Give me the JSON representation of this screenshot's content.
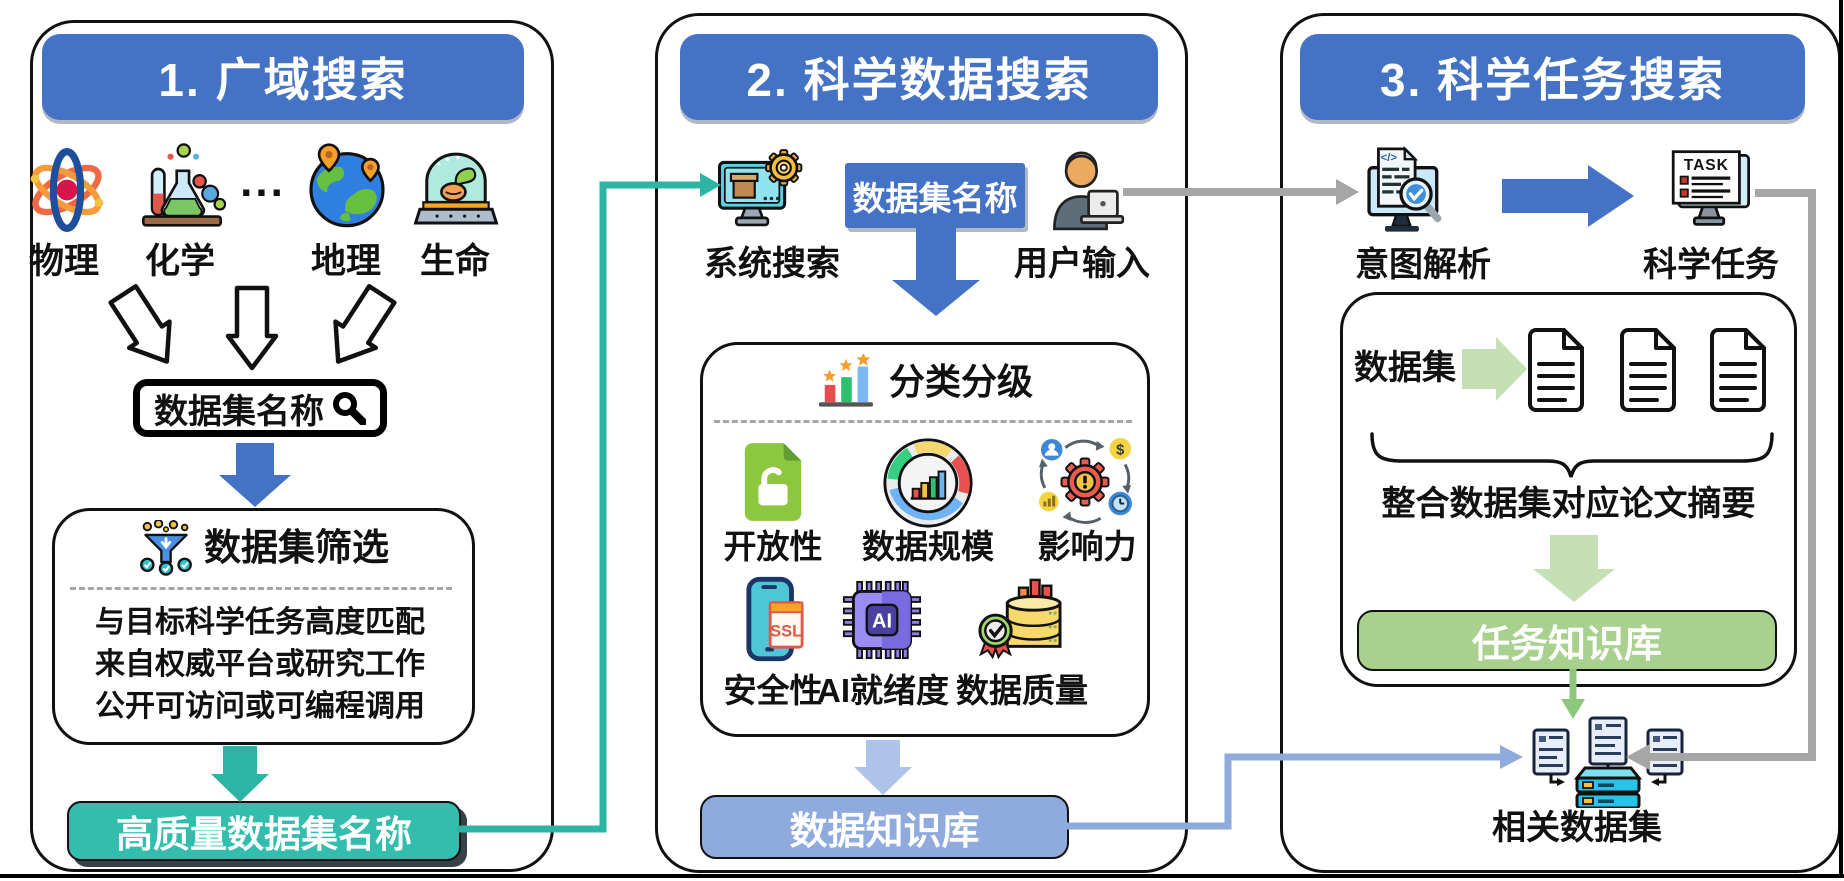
{
  "panel1": {
    "title": "1. 广域搜索",
    "domain_labels": [
      "物理",
      "化学",
      "地理",
      "生命"
    ],
    "ellipsis": "...",
    "search_box_label": "数据集名称",
    "filter_title": "数据集筛选",
    "filter_criteria": [
      "与目标科学任务高度匹配",
      "来自权威平台或研究工作",
      "公开可访问或可编程调用"
    ],
    "output_label": "高质量数据集名称"
  },
  "panel2": {
    "title": "2. 科学数据搜索",
    "system_search_label": "系统搜索",
    "dataset_name_tag": "数据集名称",
    "user_input_label": "用户输入",
    "classification_title": "分类分级",
    "criteria_labels": [
      "开放性",
      "数据规模",
      "影响力",
      "安全性",
      "AI就绪度",
      "数据质量"
    ],
    "output_label": "数据知识库"
  },
  "panel3": {
    "title": "3. 科学任务搜索",
    "intent_label": "意图解析",
    "task_label": "科学任务",
    "task_screen_text": "TASK",
    "dataset_label": "数据集",
    "integration_caption": "整合数据集对应论文摘要",
    "knowledge_base_label": "任务知识库",
    "related_datasets_label": "相关数据集"
  },
  "icon_texts": {
    "ssl": "SSL",
    "ai": "AI",
    "dollar": "$",
    "code": "</>"
  },
  "colors": {
    "header_blue": "#4472C4",
    "teal": "#2CB5A5",
    "light_blue": "#8FAADC",
    "light_green": "#A9D18E",
    "pale_green": "#C5E0B4",
    "gray_arrow": "#A6A6A6"
  }
}
